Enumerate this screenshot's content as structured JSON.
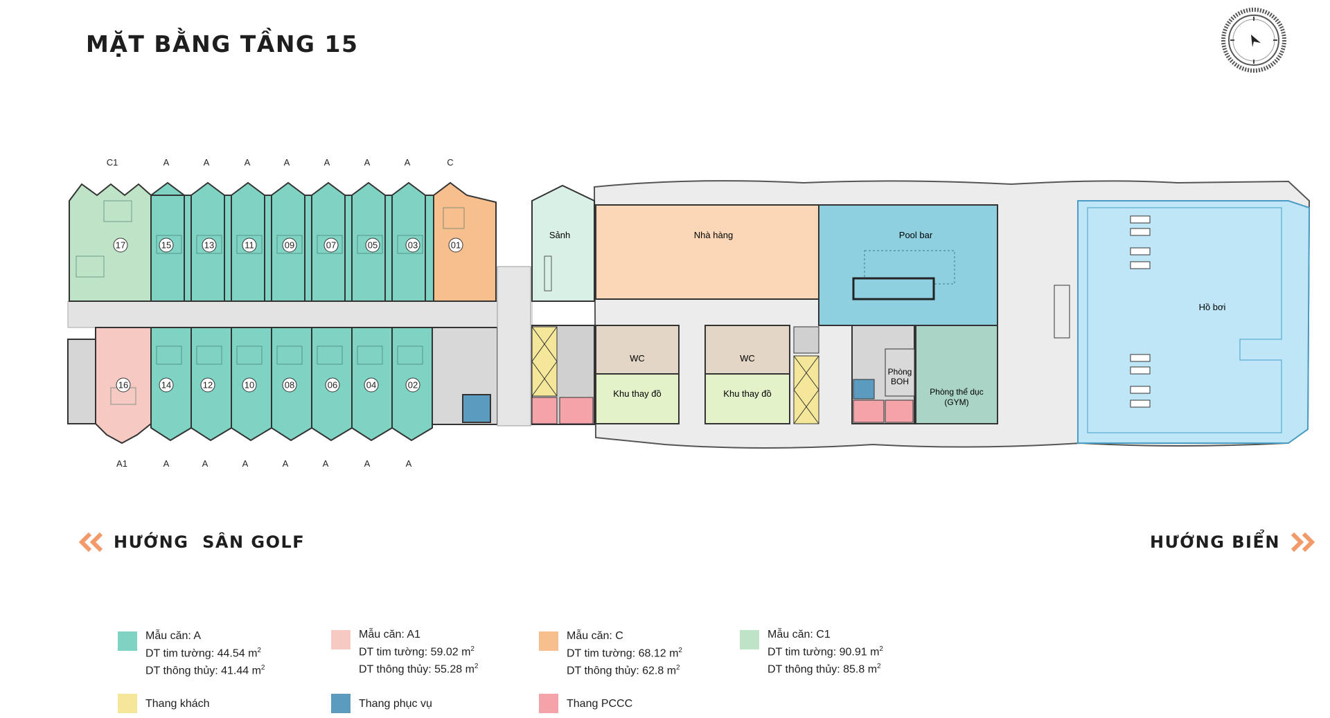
{
  "title": "MẶT BẰNG TẦNG 15",
  "top_unit_types": [
    "C1",
    "A",
    "A",
    "A",
    "A",
    "A",
    "A",
    "A",
    "C"
  ],
  "bottom_unit_types": [
    "A1",
    "A",
    "A",
    "A",
    "A",
    "A",
    "A",
    "A"
  ],
  "top_unit_numbers": [
    "17",
    "15",
    "13",
    "11",
    "09",
    "07",
    "05",
    "03",
    "01"
  ],
  "bottom_unit_numbers": [
    "16",
    "14",
    "12",
    "10",
    "08",
    "06",
    "04",
    "02"
  ],
  "rooms": {
    "lobby": "Sảnh",
    "restaurant": "Nhà hàng",
    "pool_bar": "Pool bar",
    "wc_1": "WC",
    "wc_2": "WC",
    "locker_1": "Khu thay đồ",
    "locker_2": "Khu thay đồ",
    "boh_line1": "Phòng",
    "boh_line2": "BOH",
    "gym_line1": "Phòng thể dục",
    "gym_line2": "(GYM)",
    "pool": "Hồ bơi"
  },
  "directions": {
    "left": "HƯỚNG  SÂN GOLF",
    "right": "HƯỚNG BIỂN"
  },
  "legend": [
    {
      "name": "Mẫu căn: A",
      "wall": "DT tim tường: 44.54 m",
      "clear": "DT thông thủy: 41.44 m",
      "color": "#7fd3c2"
    },
    {
      "name": "Mẫu căn: A1",
      "wall": "DT tim tường: 59.02 m",
      "clear": "DT thông thủy: 55.28 m",
      "color": "#f6c9c2"
    },
    {
      "name": "Mẫu căn: C",
      "wall": "DT tim tường: 68.12 m",
      "clear": "DT thông thủy: 62.8 m",
      "color": "#f7be8e"
    },
    {
      "name": "Mẫu căn: C1",
      "wall": "DT tim tường: 90.91 m",
      "clear": "DT thông thủy: 85.8 m",
      "color": "#bfe3c6"
    }
  ],
  "area_unit_sup": "2",
  "lifts_legend": [
    {
      "name": "Thang khách",
      "color": "#f4e79a"
    },
    {
      "name": "Thang phục vụ",
      "color": "#5b9bc0"
    },
    {
      "name": "Thang PCCC",
      "color": "#f4a3a8"
    }
  ],
  "colors": {
    "unit_a": "#7fd3c2",
    "unit_a1": "#f6c9c2",
    "unit_c": "#f7be8e",
    "unit_c1": "#bfe3c6",
    "restaurant": "#fbd7b8",
    "pool_bar": "#8fd0e0",
    "pool": "#bfe6f6",
    "gym": "#a9d4c6",
    "locker": "#e4f2c9",
    "wc": "#e3d6c6",
    "lobby": "#d8f0e6",
    "corridor": "#e3e3e3",
    "deck": "#ececec",
    "accent": "#f29a6a"
  },
  "icons": [
    "compass-icon",
    "left-chevrons-icon",
    "right-chevrons-icon"
  ]
}
